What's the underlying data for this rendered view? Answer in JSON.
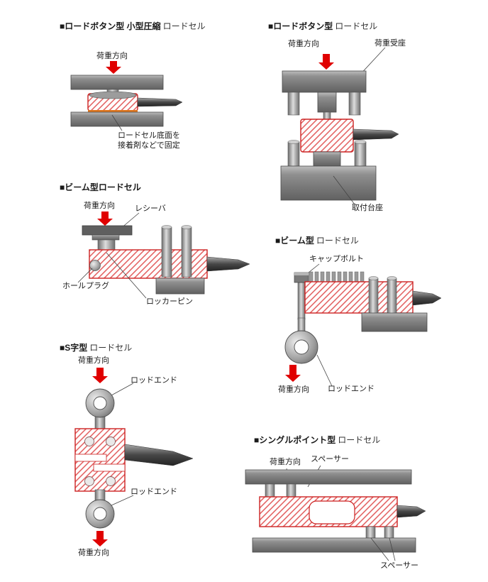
{
  "colors": {
    "load_arrow": "#e00000",
    "hatch_line": "#e05050",
    "cell_border": "#cc2222",
    "metal": "#8a8a8a",
    "adhesive": "#e07820"
  },
  "sections": {
    "s1": {
      "title_main": "■ロードボタン型 小型圧縮",
      "title_sub": "ロードセル",
      "load_direction": "荷重方向",
      "note_line1": "ロードセル底面を",
      "note_line2": "接着剤などで固定"
    },
    "s2": {
      "title_main": "■ロードボタン型",
      "title_sub": "ロードセル",
      "load_direction": "荷重方向",
      "load_seat": "荷重受座",
      "mount_base": "取付台座"
    },
    "s3": {
      "title_main": "■ビーム型ロードセル",
      "title_sub": "",
      "load_direction": "荷重方向",
      "receiver": "レシーバ",
      "hole_plug": "ホールプラグ",
      "rocker_pin": "ロッカーピン"
    },
    "s4": {
      "title_main": "■ビーム型",
      "title_sub": "ロードセル",
      "cap_bolt": "キャップボルト",
      "load_direction": "荷重方向",
      "rod_end": "ロッドエンド"
    },
    "s5": {
      "title_main": "■S字型",
      "title_sub": "ロードセル",
      "load_direction_top": "荷重方向",
      "rod_end_top": "ロッドエンド",
      "rod_end_bottom": "ロッドエンド",
      "load_direction_bottom": "荷重方向"
    },
    "s6": {
      "title_main": "■シングルポイント型",
      "title_sub": "ロードセル",
      "load_direction": "荷重方向",
      "spacer_top": "スペーサー",
      "spacer_bottom": "スペーサー"
    }
  }
}
